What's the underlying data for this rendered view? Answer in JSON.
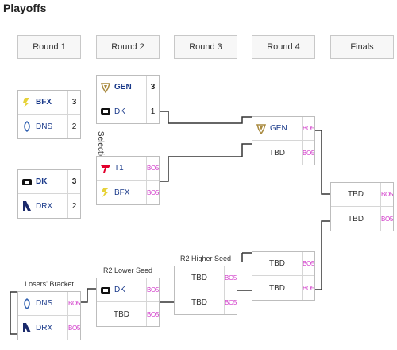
{
  "title": "Playoffs",
  "rounds": [
    "Round 1",
    "Round 2",
    "Round 3",
    "Round 4",
    "Finals"
  ],
  "labels": {
    "selection": "Selection",
    "r2_lower_seed": "R2 Lower Seed",
    "r2_higher_seed": "R2 Higher Seed",
    "losers_bracket": "Losers' Bracket"
  },
  "colors": {
    "bo_text": "#d035c8",
    "team_text": "#1a3a8a",
    "line": "#333333"
  },
  "matches": {
    "r1_top": [
      {
        "team": "BFX",
        "icon": "bfx-icon",
        "score": "3"
      },
      {
        "team": "DNS",
        "icon": "dns-icon",
        "score": "2"
      }
    ],
    "r1_bot": [
      {
        "team": "DK",
        "icon": "dk-icon",
        "score": "3"
      },
      {
        "team": "DRX",
        "icon": "drx-icon",
        "score": "2"
      }
    ],
    "r2_top": [
      {
        "team": "GEN",
        "icon": "gen-icon",
        "score": "3"
      },
      {
        "team": "DK",
        "icon": "dk-icon",
        "score": "1"
      }
    ],
    "r2_mid": [
      {
        "team": "T1",
        "icon": "t1-icon",
        "score": "BO5"
      },
      {
        "team": "BFX",
        "icon": "bfx-icon",
        "score": "BO5"
      }
    ],
    "r4_top": [
      {
        "team": "GEN",
        "icon": "gen-icon",
        "score": "BO5"
      },
      {
        "team": "TBD",
        "score": "BO5"
      }
    ],
    "finals": [
      {
        "team": "TBD",
        "score": "BO5"
      },
      {
        "team": "TBD",
        "score": "BO5"
      }
    ],
    "r4_bot": [
      {
        "team": "TBD",
        "score": "BO5"
      },
      {
        "team": "TBD",
        "score": "BO5"
      }
    ],
    "r3_low": [
      {
        "team": "TBD",
        "score": "BO5"
      },
      {
        "team": "TBD",
        "score": "BO5"
      }
    ],
    "r2_low": [
      {
        "team": "DK",
        "icon": "dk-icon",
        "score": "BO5"
      },
      {
        "team": "TBD",
        "score": "BO5"
      }
    ],
    "r1_low": [
      {
        "team": "DNS",
        "icon": "dns-icon",
        "score": "BO5"
      },
      {
        "team": "DRX",
        "icon": "drx-icon",
        "score": "BO5"
      }
    ]
  }
}
